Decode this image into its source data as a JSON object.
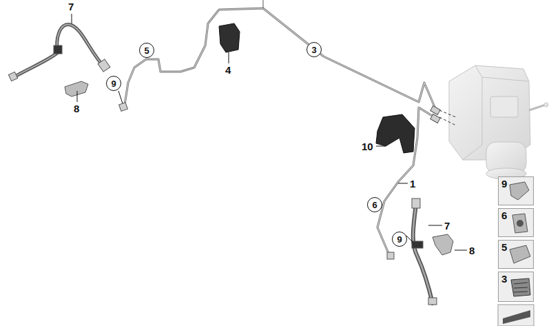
{
  "diagram": {
    "nodes": [
      {
        "text": [
          "5"
        ]
      },
      {
        "text": [
          "3"
        ]
      },
      {
        "text": [
          "9"
        ]
      },
      {
        "text": [
          "6"
        ]
      },
      {
        "text": [
          "9"
        ]
      },
      {
        "text": [
          "9"
        ]
      },
      {
        "text": [
          "6"
        ]
      },
      {
        "text": [
          "5"
        ]
      },
      {
        "text": [
          "3"
        ]
      }
    ],
    "labels": [
      "7",
      "8",
      "4",
      "10",
      "1",
      "7",
      "8"
    ]
  }
}
